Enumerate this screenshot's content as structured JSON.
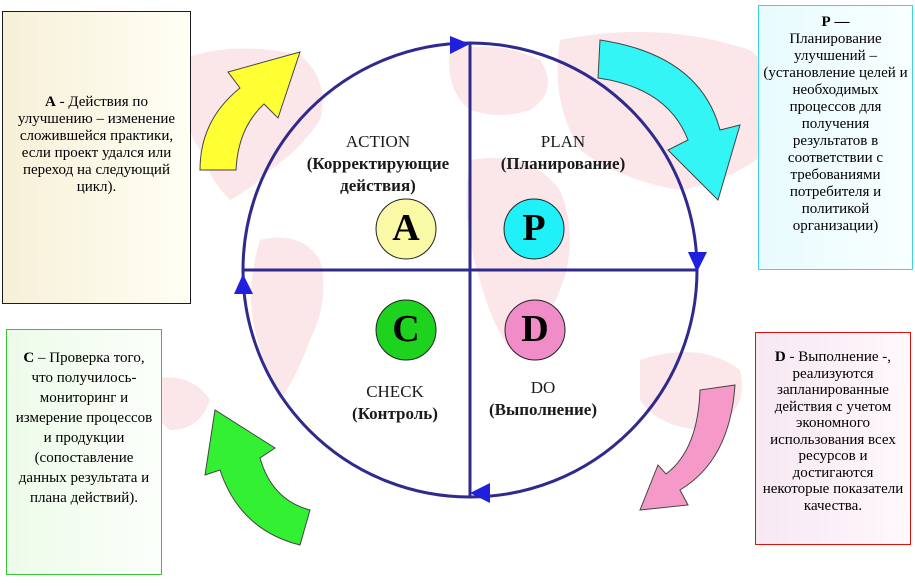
{
  "colors": {
    "circle": "#2f2a8c",
    "axis": "#2f2a8c",
    "arrowhead": "#1f1fe0",
    "action": "#fafaa6",
    "plan": "#20f0f8",
    "check": "#1ed31e",
    "do": "#f08cc8",
    "arrow_yellow": "#ffff33",
    "arrow_cyan": "#33f5f5",
    "arrow_green": "#33f033",
    "arrow_pink": "#f59ac8",
    "map": "#fbe6ea"
  },
  "quadrants": {
    "action": {
      "title": "ACTION",
      "subtitle": "(Корректирующие действия)",
      "letter": "A"
    },
    "plan": {
      "title": "PLAN",
      "subtitle": "(Планирование)",
      "letter": "P"
    },
    "check": {
      "title": "CHECK",
      "subtitle": "(Контроль)",
      "letter": "C"
    },
    "do": {
      "title": "DO",
      "subtitle": "(Выполнение)",
      "letter": "D"
    }
  },
  "notes": {
    "a": {
      "key": "А",
      "text": " - Действия по улучшению – изменение сложившейся практики, если проект удался или переход на следующий цикл)."
    },
    "p": {
      "key": "Р —",
      "text": "Планирование улучшений – (установление целей и необходимых процессов для получения результатов в соответствии с требованиями потребителя и политикой организации)"
    },
    "c": {
      "key": "С",
      "text": " – Проверка того, что получилось- мониторинг  и измерение процессов и продукции (сопоставление данных результата и плана действий)."
    },
    "d": {
      "key": "D",
      "text": " - Выполнение -, реализуются запланированные действия с учетом экономного использования всех ресурсов и достигаются некоторые показатели качества."
    }
  }
}
